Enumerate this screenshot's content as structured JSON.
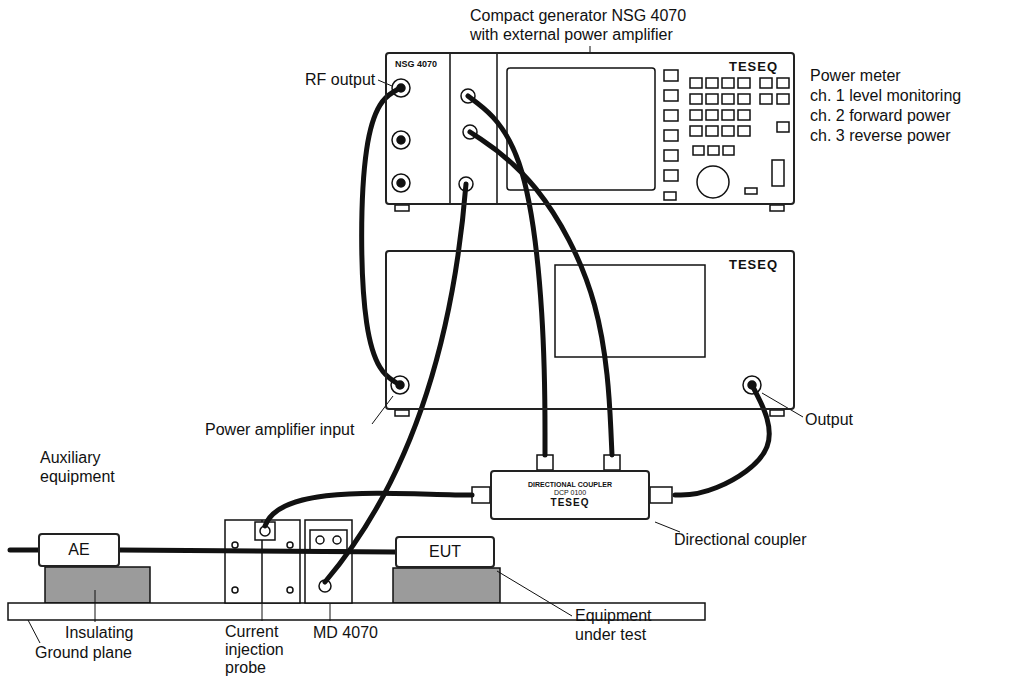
{
  "diagram": {
    "nodes": [
      {
        "text": [
          "NSG 4070",
          "TESEQ"
        ]
      },
      {
        "text": [
          "TESEQ"
        ]
      },
      {
        "text": [
          "DIRECTIONAL COUPLER",
          "DCP 0100",
          "TESEQ"
        ]
      },
      {
        "text": [
          "AE"
        ]
      },
      {
        "text": [
          "EUT"
        ]
      }
    ],
    "edges": [
      {
        "from": 0,
        "to": 1,
        "arrow": "none"
      },
      {
        "from": 1,
        "to": 2,
        "arrow": "none"
      },
      {
        "from": 2,
        "to": 0,
        "arrow": "none"
      },
      {
        "from": 2,
        "to": 0,
        "arrow": "none"
      },
      {
        "from": 3,
        "to": 4,
        "arrow": "none"
      }
    ],
    "labels": [
      "Compact generator NSG 4070 with external power amplifier",
      "RF output",
      "Power meter",
      "ch. 1 level monitoring",
      "ch. 2 forward power",
      "ch. 3 reverse power",
      "Power amplifier input",
      "Output",
      "Auxiliary equipment",
      "Directional coupler",
      "Insulating",
      "Ground plane",
      "Current injection probe",
      "MD 4070",
      "Equipment under test"
    ]
  }
}
